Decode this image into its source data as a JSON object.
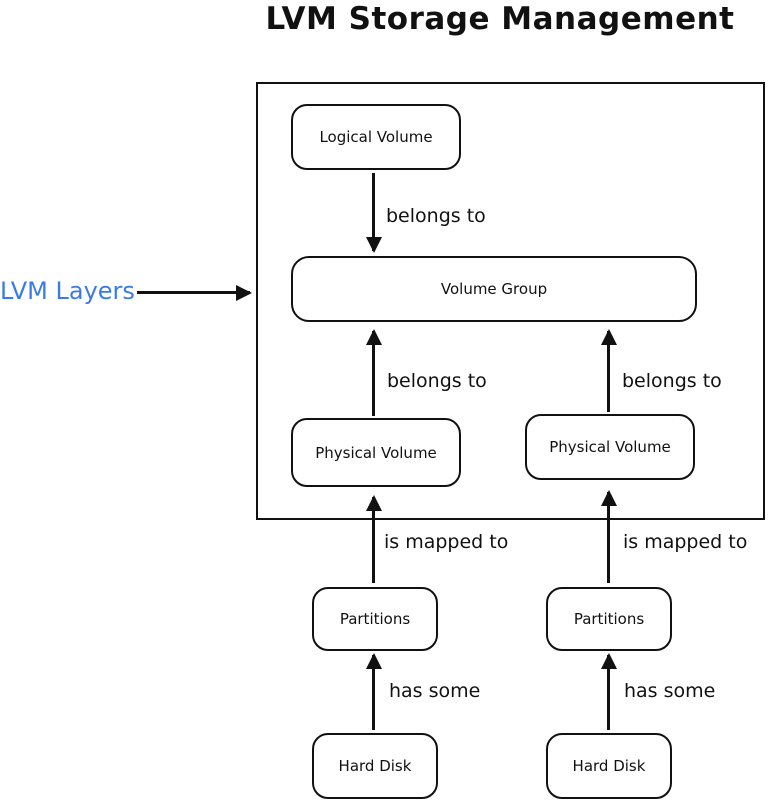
{
  "title": "LVM Storage Management",
  "side_label": "LVM Layers",
  "nodes": {
    "logical_volume": "Logical Volume",
    "volume_group": "Volume Group",
    "physical_volume_left": "Physical Volume",
    "physical_volume_right": "Physical Volume",
    "partitions_left": "Partitions",
    "partitions_right": "Partitions",
    "hard_disk_left": "Hard Disk",
    "hard_disk_right": "Hard Disk"
  },
  "edge_labels": {
    "lv_to_vg": "belongs to",
    "pv_left_to_vg": "belongs to",
    "pv_right_to_vg": "belongs to",
    "partitions_left_to_pv": "is mapped to",
    "partitions_right_to_pv": "is mapped to",
    "hard_disk_left_to_partitions": "has some",
    "hard_disk_right_to_partitions": "has some"
  },
  "colors": {
    "line": "#111111",
    "side_label_blue": "#3b7be4",
    "background": "#ffffff"
  }
}
